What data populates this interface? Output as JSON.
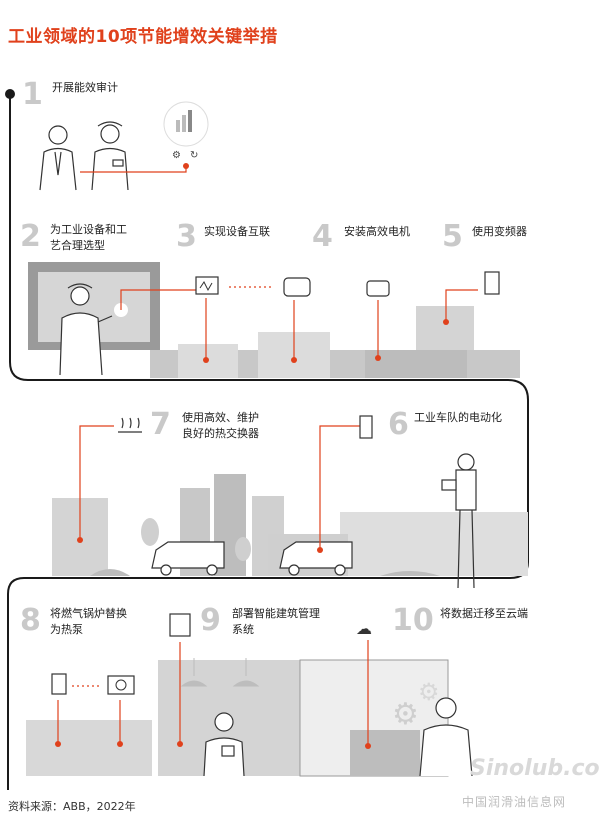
{
  "title": "工业领域的10项节能增效关键举措",
  "steps": [
    {
      "num": "1",
      "label": "开展能效审计"
    },
    {
      "num": "2",
      "label_line1": "为工业设备和工",
      "label_line2": "艺合理选型"
    },
    {
      "num": "3",
      "label": "实现设备互联"
    },
    {
      "num": "4",
      "label": "安装高效电机"
    },
    {
      "num": "5",
      "label": "使用变频器"
    },
    {
      "num": "6",
      "label": "工业车队的电动化"
    },
    {
      "num": "7",
      "label_line1": "使用高效、维护",
      "label_line2": "良好的热交换器"
    },
    {
      "num": "8",
      "label_line1": "将燃气锅炉替换",
      "label_line2": "为热泵"
    },
    {
      "num": "9",
      "label_line1": "部署智能建筑管理",
      "label_line2": "系统"
    },
    {
      "num": "10",
      "label": "将数据迁移至云端"
    }
  ],
  "source": "资料来源：ABB，2022年",
  "watermark": {
    "logo": "Sinolub.com",
    "site": "中国润滑油信息网"
  },
  "colors": {
    "accent": "#e0411c",
    "track": "#1a1a1a",
    "building": "#bdbdbd",
    "building_light": "#dcdcdc"
  }
}
